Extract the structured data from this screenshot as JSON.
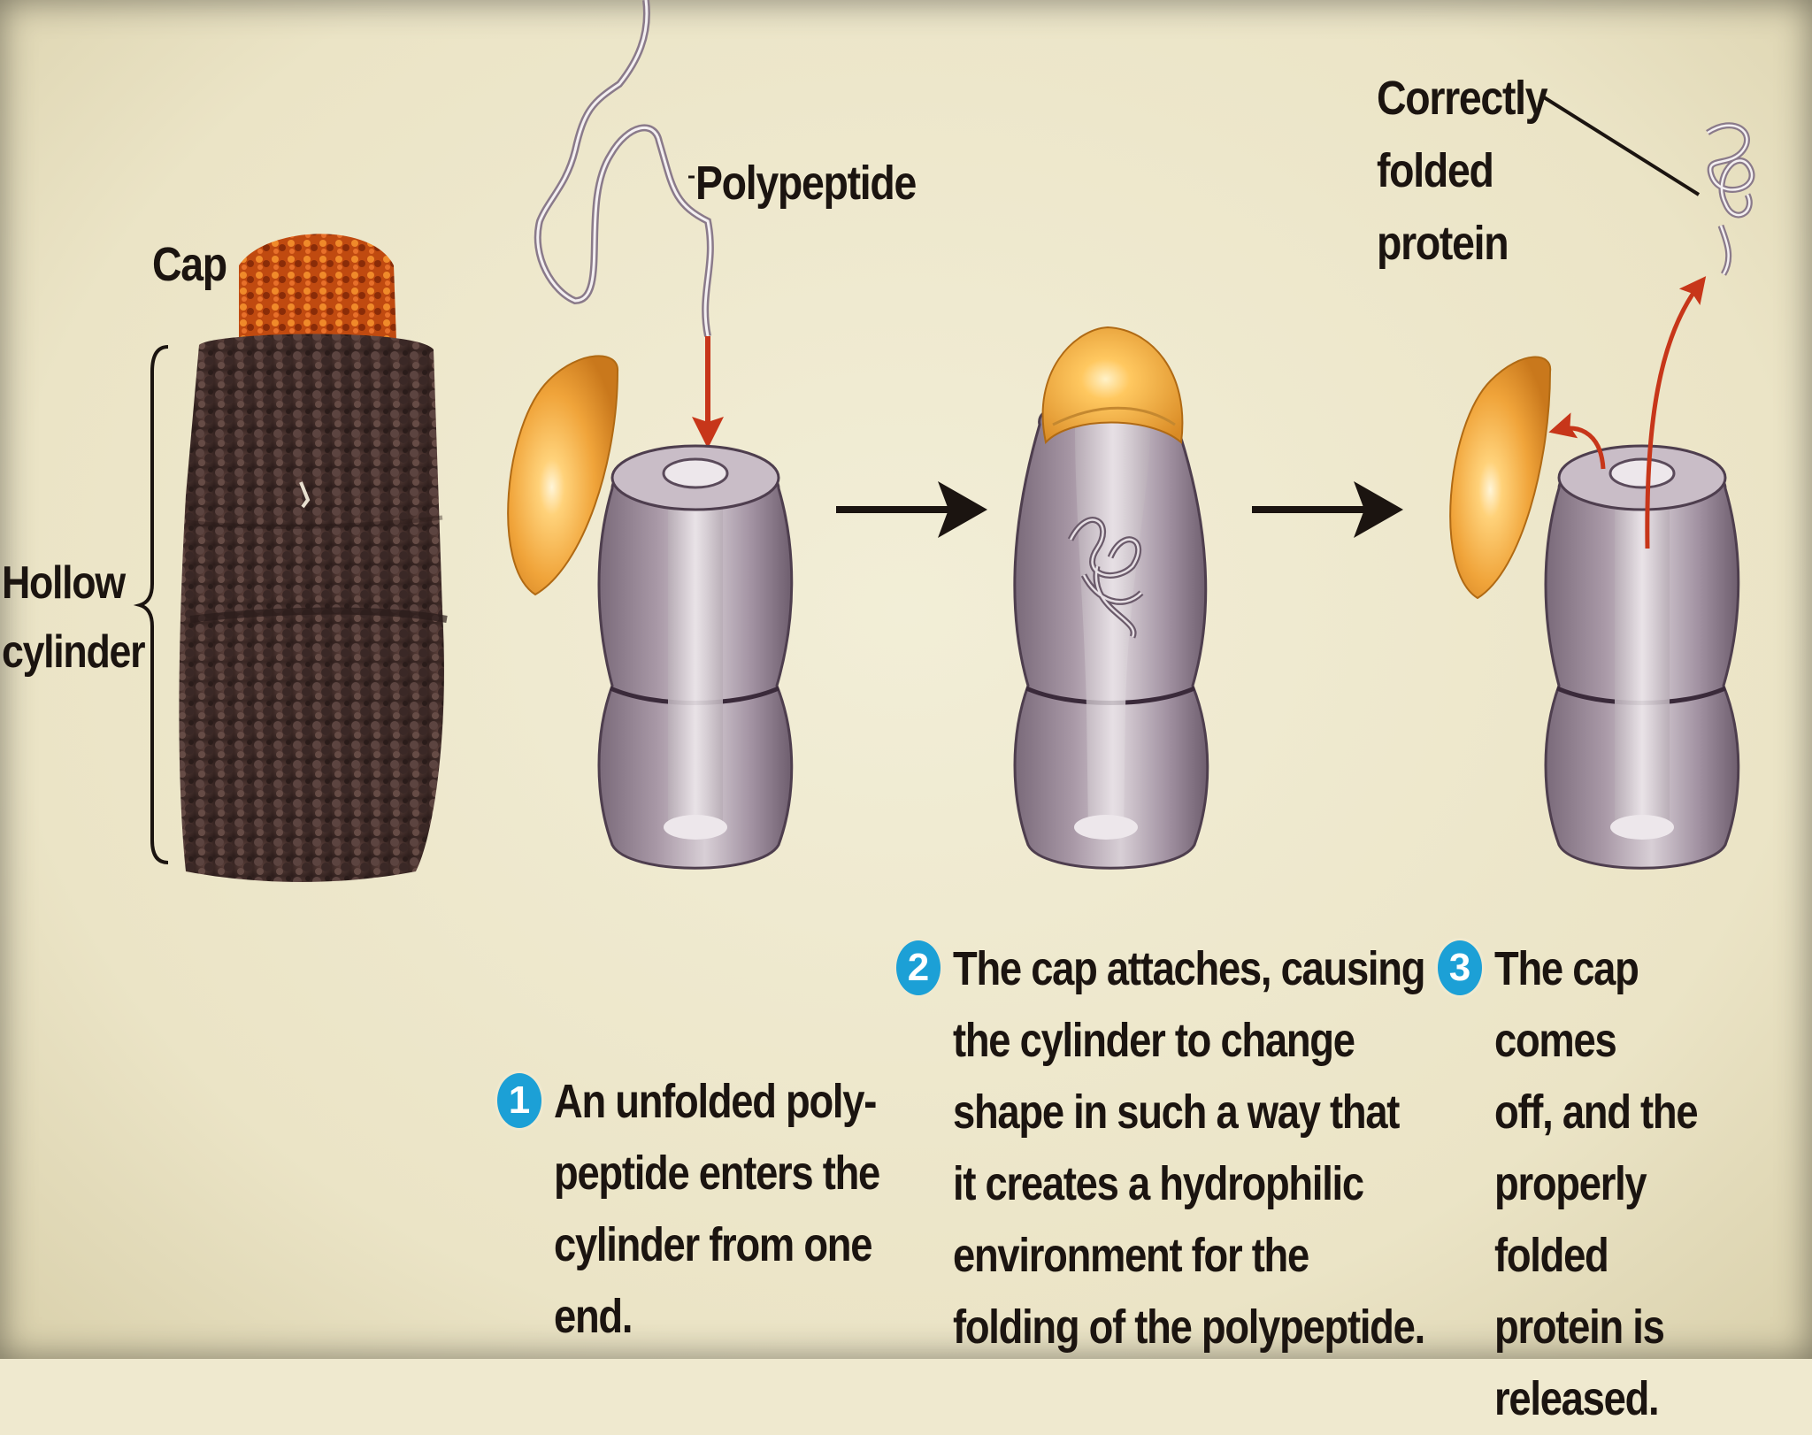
{
  "labels": {
    "cap": "Cap",
    "hollow_cylinder": "Hollow\ncylinder",
    "polypeptide": "Polypeptide",
    "correctly_folded_protein": "Correctly\nfolded\nprotein"
  },
  "steps": [
    {
      "number": "1",
      "text": "An unfolded poly-\npeptide enters the\ncylinder from one\nend."
    },
    {
      "number": "2",
      "text": "The cap attaches, causing\nthe cylinder to change\nshape in such a way that\nit creates a hydrophilic\nenvironment for the\nfolding of the polypeptide."
    },
    {
      "number": "3",
      "text": "The cap comes\noff, and the\nproperly folded\nprotein is released."
    }
  ],
  "colors": {
    "background": "#efe9cf",
    "chaperonin_body": "#4a3330",
    "chaperonin_cap": "#d9641c",
    "cylinder": "#9a8c99",
    "cap_hemisphere": "#f0a43a",
    "arrow_red": "#c7361a",
    "badge": "#1ca0d6"
  }
}
